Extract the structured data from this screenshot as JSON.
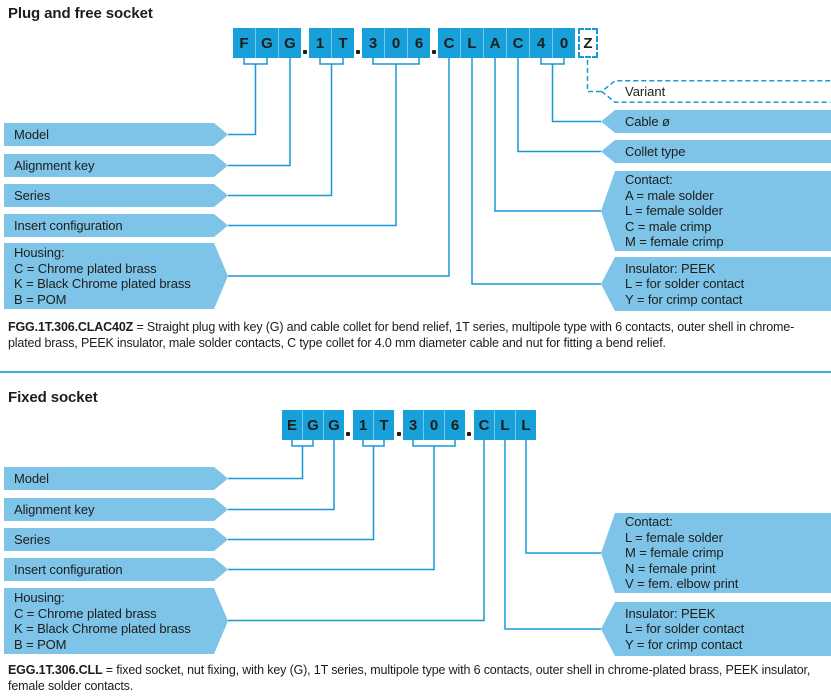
{
  "colors": {
    "part_box_blue": "#18a0db",
    "label_arrow_blue": "#7ec4e8",
    "connector_line_blue": "#1898d6",
    "text_dark": "#1d1d1b",
    "divider_blue": "#3bacde"
  },
  "plug": {
    "title": "Plug and free socket",
    "part_number_groups": [
      [
        "F",
        "G",
        "G"
      ],
      [
        "1",
        "T"
      ],
      [
        "3",
        "0",
        "6"
      ],
      [
        "C",
        "L",
        "A",
        "C",
        "4",
        "0"
      ]
    ],
    "variant_char": "Z",
    "labels": {
      "model": "Model",
      "alignment_key": "Alignment key",
      "series": "Series",
      "insert_config": "Insert configuration",
      "housing": [
        "Housing:",
        "C = Chrome plated brass",
        "K = Black Chrome plated brass",
        "B = POM"
      ],
      "variant": "Variant",
      "cable": "Cable ø",
      "collet": "Collet type",
      "contact": [
        "Contact:",
        "A = male solder",
        "L = female solder",
        "C = male crimp",
        "M = female crimp"
      ],
      "insulator": [
        "Insulator: PEEK",
        "L = for solder contact",
        "Y = for crimp contact"
      ]
    },
    "description": {
      "code": "FGG.1T.306.CLAC40Z",
      "text": " = Straight plug with key (G) and cable collet for bend relief, 1T series, multipole type with 6 contacts, outer shell in chrome-plated brass, PEEK insulator, male solder contacts, C type collet for 4.0 mm diameter cable and nut for fitting a bend relief."
    }
  },
  "fixed": {
    "title": "Fixed socket",
    "part_number_groups": [
      [
        "E",
        "G",
        "G"
      ],
      [
        "1",
        "T"
      ],
      [
        "3",
        "0",
        "6"
      ],
      [
        "C",
        "L",
        "L"
      ]
    ],
    "labels": {
      "model": "Model",
      "alignment_key": "Alignment key",
      "series": "Series",
      "insert_config": "Insert configuration",
      "housing": [
        "Housing:",
        "C = Chrome plated brass",
        "K = Black Chrome plated brass",
        "B = POM"
      ],
      "contact": [
        "Contact:",
        "L = female solder",
        "M = female crimp",
        "N = female print",
        "V = fem. elbow print"
      ],
      "insulator": [
        "Insulator: PEEK",
        "L = for solder contact",
        "Y = for crimp contact"
      ]
    },
    "description": {
      "code": "EGG.1T.306.CLL",
      "text": " = fixed socket, nut fixing, with key (G), 1T series, multipole type with 6 contacts, outer shell in chrome-plated brass, PEEK insulator, female solder contacts."
    }
  }
}
